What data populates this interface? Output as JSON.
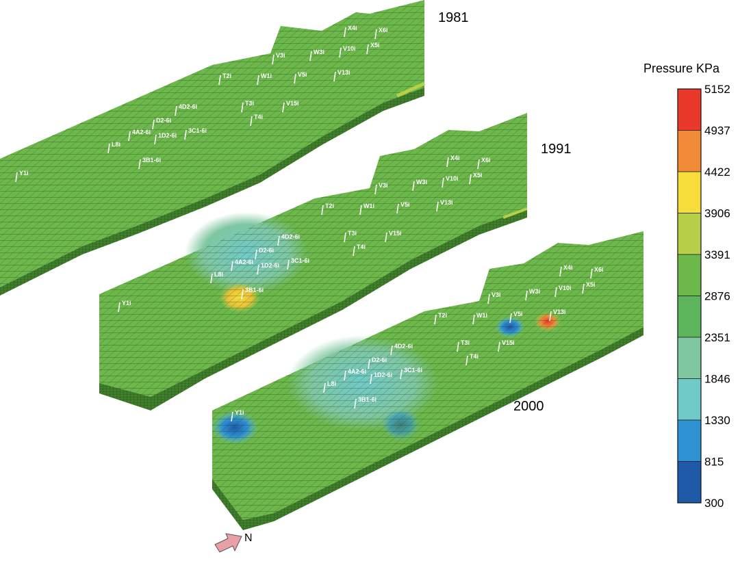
{
  "colors": {
    "field": "#6cb84a",
    "field_shade": "#57a23a",
    "field_dark": "#3f7f2a",
    "grid_line": "#2a3a20",
    "well_line": "#ffffff",
    "arrow": "#e8a0a8"
  },
  "legend": {
    "title": "Pressure KPa",
    "ticks": [
      "5152",
      "4937",
      "4422",
      "3906",
      "3391",
      "2876",
      "2351",
      "1846",
      "1330",
      "815",
      "300"
    ],
    "colors": [
      "#e8392b",
      "#f08a36",
      "#f7dd3a",
      "#b8cf4a",
      "#6cb84a",
      "#5cb55a",
      "#7fc7a1",
      "#6fcac8",
      "#2f93d3",
      "#1f5aa8"
    ]
  },
  "north_label": "N",
  "slabs": [
    {
      "year": "1981",
      "wells": [
        "X4i",
        "X6i",
        "X5i",
        "V10i",
        "W3i",
        "V3i",
        "T2i",
        "W1i",
        "V5i",
        "V13i",
        "T3i",
        "V15i",
        "4D2-6i",
        "T4i",
        "D2-6i",
        "4A2-6i",
        "3C1-6i",
        "1D2-6i",
        "L8i",
        "3B1-6i",
        "Y1i"
      ],
      "anomalies": []
    },
    {
      "year": "1991",
      "wells": [
        "X4i",
        "X6i",
        "X5i",
        "V10i",
        "W3i",
        "V3i",
        "T2i",
        "W1i",
        "V5i",
        "V13i",
        "T3i",
        "V15i",
        "4D2-6i",
        "T4i",
        "D2-6i",
        "4A2-6i",
        "3C1-6i",
        "1D2-6i",
        "L8i",
        "3B1-6i",
        "Y1i"
      ],
      "anomalies": [
        {
          "name": "3B1-6i-high",
          "pressure": "3906"
        },
        {
          "name": "center-low",
          "pressure": "1846"
        }
      ]
    },
    {
      "year": "2000",
      "wells": [
        "X4i",
        "X6i",
        "X5i",
        "V10i",
        "W3i",
        "V3i",
        "T2i",
        "W1i",
        "V5i",
        "V13i",
        "T3i",
        "V15i",
        "4D2-6i",
        "T4i",
        "D2-6i",
        "4A2-6i",
        "3C1-6i",
        "1D2-6i",
        "L8i",
        "3B1-6i",
        "Y1i"
      ],
      "anomalies": [
        {
          "name": "Y1i-low",
          "pressure": "815"
        },
        {
          "name": "V5i-low",
          "pressure": "815"
        },
        {
          "name": "V13i-high",
          "pressure": "5152"
        },
        {
          "name": "center-low",
          "pressure": "1846"
        }
      ]
    }
  ]
}
